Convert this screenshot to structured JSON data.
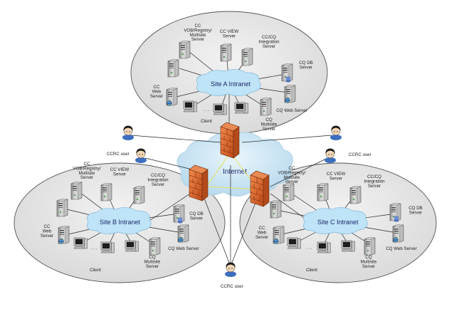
{
  "labels": {
    "internet": "Internet",
    "ccrc_user": "CCRC user",
    "ccrc_user_bottom": "CCRC user"
  },
  "sites": [
    {
      "intranet": "Site A Intranet",
      "cc_vob_lines": [
        "CC",
        "VOB/Registry/",
        "Multisite",
        "Server"
      ],
      "cc_view_lines": [
        "CC VIEW",
        "Server"
      ],
      "ccq_int_lines": [
        "CC/CQ",
        "Integration",
        "Server"
      ],
      "cq_db_lines": [
        "CQ DB",
        "Server"
      ],
      "cc_web_lines": [
        "CC",
        "Web",
        "Server"
      ],
      "cq_web": "CQ Web Server",
      "cq_ms_lines": [
        "CQ",
        "Multisite",
        "Server"
      ],
      "client": "Client",
      "dots": ". . ."
    },
    {
      "intranet": "Site B Intranet",
      "cc_vob_lines": [
        "CC",
        "VOB/Registry/",
        "Multisite",
        "Server"
      ],
      "cc_view_lines": [
        "CC VIEW",
        "Server"
      ],
      "ccq_int_lines": [
        "CC/CQ",
        "Integration",
        "Server"
      ],
      "cq_db_lines": [
        "CQ DB",
        "Server"
      ],
      "cc_web_lines": [
        "CC",
        "Web",
        "Server"
      ],
      "cq_web": "CQ Web Server",
      "cq_ms_lines": [
        "CQ",
        "Multisite",
        "Server"
      ],
      "client": "Client",
      "dots": ". . ."
    },
    {
      "intranet": "Site C Intranet",
      "cc_vob_lines": [
        "CC",
        "VOB/Registry/",
        "Multisite",
        "Server"
      ],
      "cc_view_lines": [
        "CC VIEW",
        "Server"
      ],
      "ccq_int_lines": [
        "CC/CQ",
        "Integration",
        "Server"
      ],
      "cq_db_lines": [
        "CQ DB",
        "Server"
      ],
      "cc_web_lines": [
        "CC",
        "Web",
        "Server"
      ],
      "cq_web": "CQ Web Server",
      "cq_ms_lines": [
        "CQ",
        "Multisite",
        "Server"
      ],
      "client": "Client",
      "dots": ". . ."
    }
  ],
  "colors": {
    "site_fill": "#e6e6e6",
    "site_stroke": "#555555",
    "intranet_cloud": "#bfe3f7",
    "internet_cloud": "#d3e8f4",
    "firewall": "#d9652c",
    "server": "#cfcfcf",
    "user_hair": "#1a1a1a",
    "user_face": "#f2d7b6"
  },
  "icons": [
    "server-icon",
    "db-server-icon",
    "web-server-icon",
    "client-pc-icon",
    "firewall-icon",
    "user-icon",
    "cloud-icon"
  ]
}
